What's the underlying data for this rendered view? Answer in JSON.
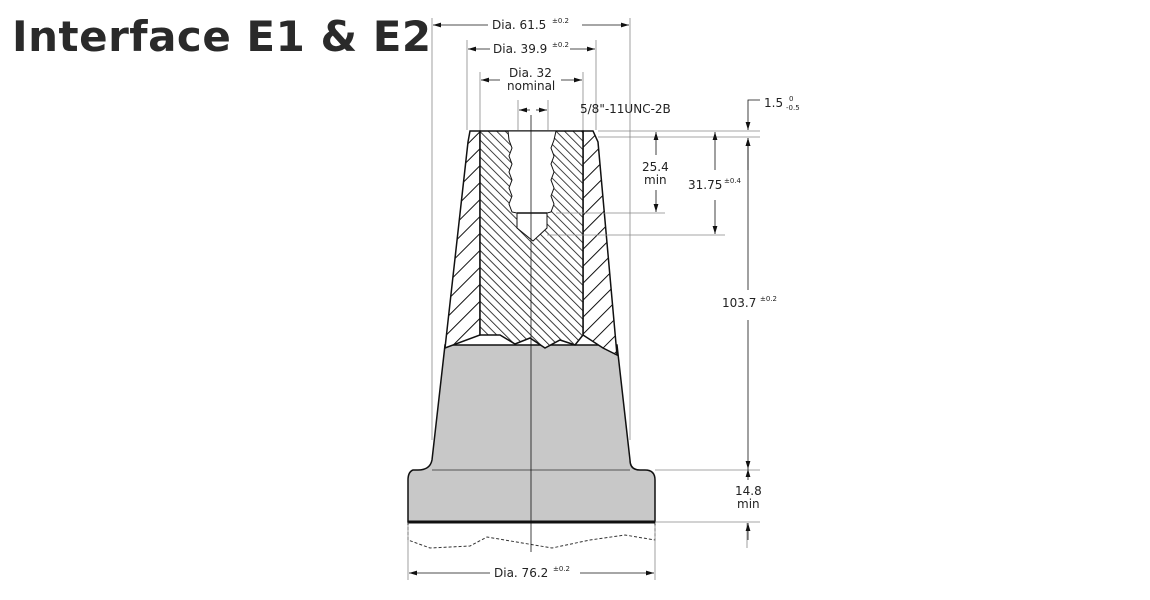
{
  "title": "Interface E1 & E2",
  "dimensions": {
    "dia_outer_top": {
      "label": "Dia. 61.5",
      "tol": "±0.2"
    },
    "dia_mid": {
      "label": "Dia. 39.9",
      "tol": "±0.2"
    },
    "dia_inner": {
      "label": "Dia. 32",
      "sub": "nominal"
    },
    "thread": {
      "label": "5/8\"-11UNC-2B"
    },
    "top_offset": {
      "label": "1.5",
      "tol_upper": "0",
      "tol_lower": "-0.5"
    },
    "thread_depth": {
      "label": "25.4",
      "sub": "min"
    },
    "bore_depth": {
      "label": "31.75",
      "tol": "±0.4"
    },
    "total_height": {
      "label": "103.7",
      "tol": "±0.2"
    },
    "base_height": {
      "label": "14.8",
      "sub": "min"
    },
    "dia_base": {
      "label": "Dia. 76.2",
      "tol": "±0.2"
    }
  },
  "colors": {
    "body_fill": "#c8c8c8",
    "line": "#1a1a1a",
    "dim_line": "#888888"
  }
}
